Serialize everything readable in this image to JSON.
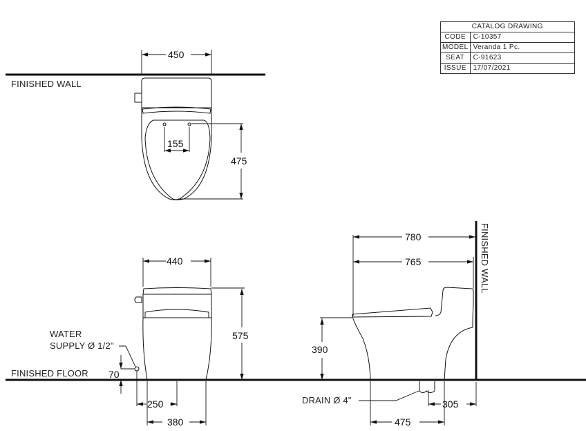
{
  "title_block": {
    "header": "CATALOG DRAWING",
    "rows": [
      {
        "key": "CODE",
        "value": "C-10357"
      },
      {
        "key": "MODEL",
        "value": "Veranda 1 Pc."
      },
      {
        "key": "SEAT",
        "value": "C-91623"
      },
      {
        "key": "ISSUE",
        "value": "17/07/2021"
      }
    ]
  },
  "top_view": {
    "wall_label": "FINISHED WALL",
    "dims": {
      "width": "450",
      "bolt_spacing": "155",
      "bowl_length": "475"
    }
  },
  "front_view": {
    "floor_label": "FINISHED FLOOR",
    "water_supply_line1": "WATER",
    "water_supply_line2": "SUPPLY Ø 1/2\"",
    "dims": {
      "width": "440",
      "height": "575",
      "supply_height": "70",
      "supply_offset": "250",
      "base_width": "380"
    }
  },
  "side_view": {
    "wall_label": "FINISHED WALL",
    "drain_label": "DRAIN Ø 4\"",
    "dims": {
      "overall_length": "780",
      "seat_length": "765",
      "seat_height": "390",
      "rough_in": "305",
      "base_length": "475"
    }
  }
}
